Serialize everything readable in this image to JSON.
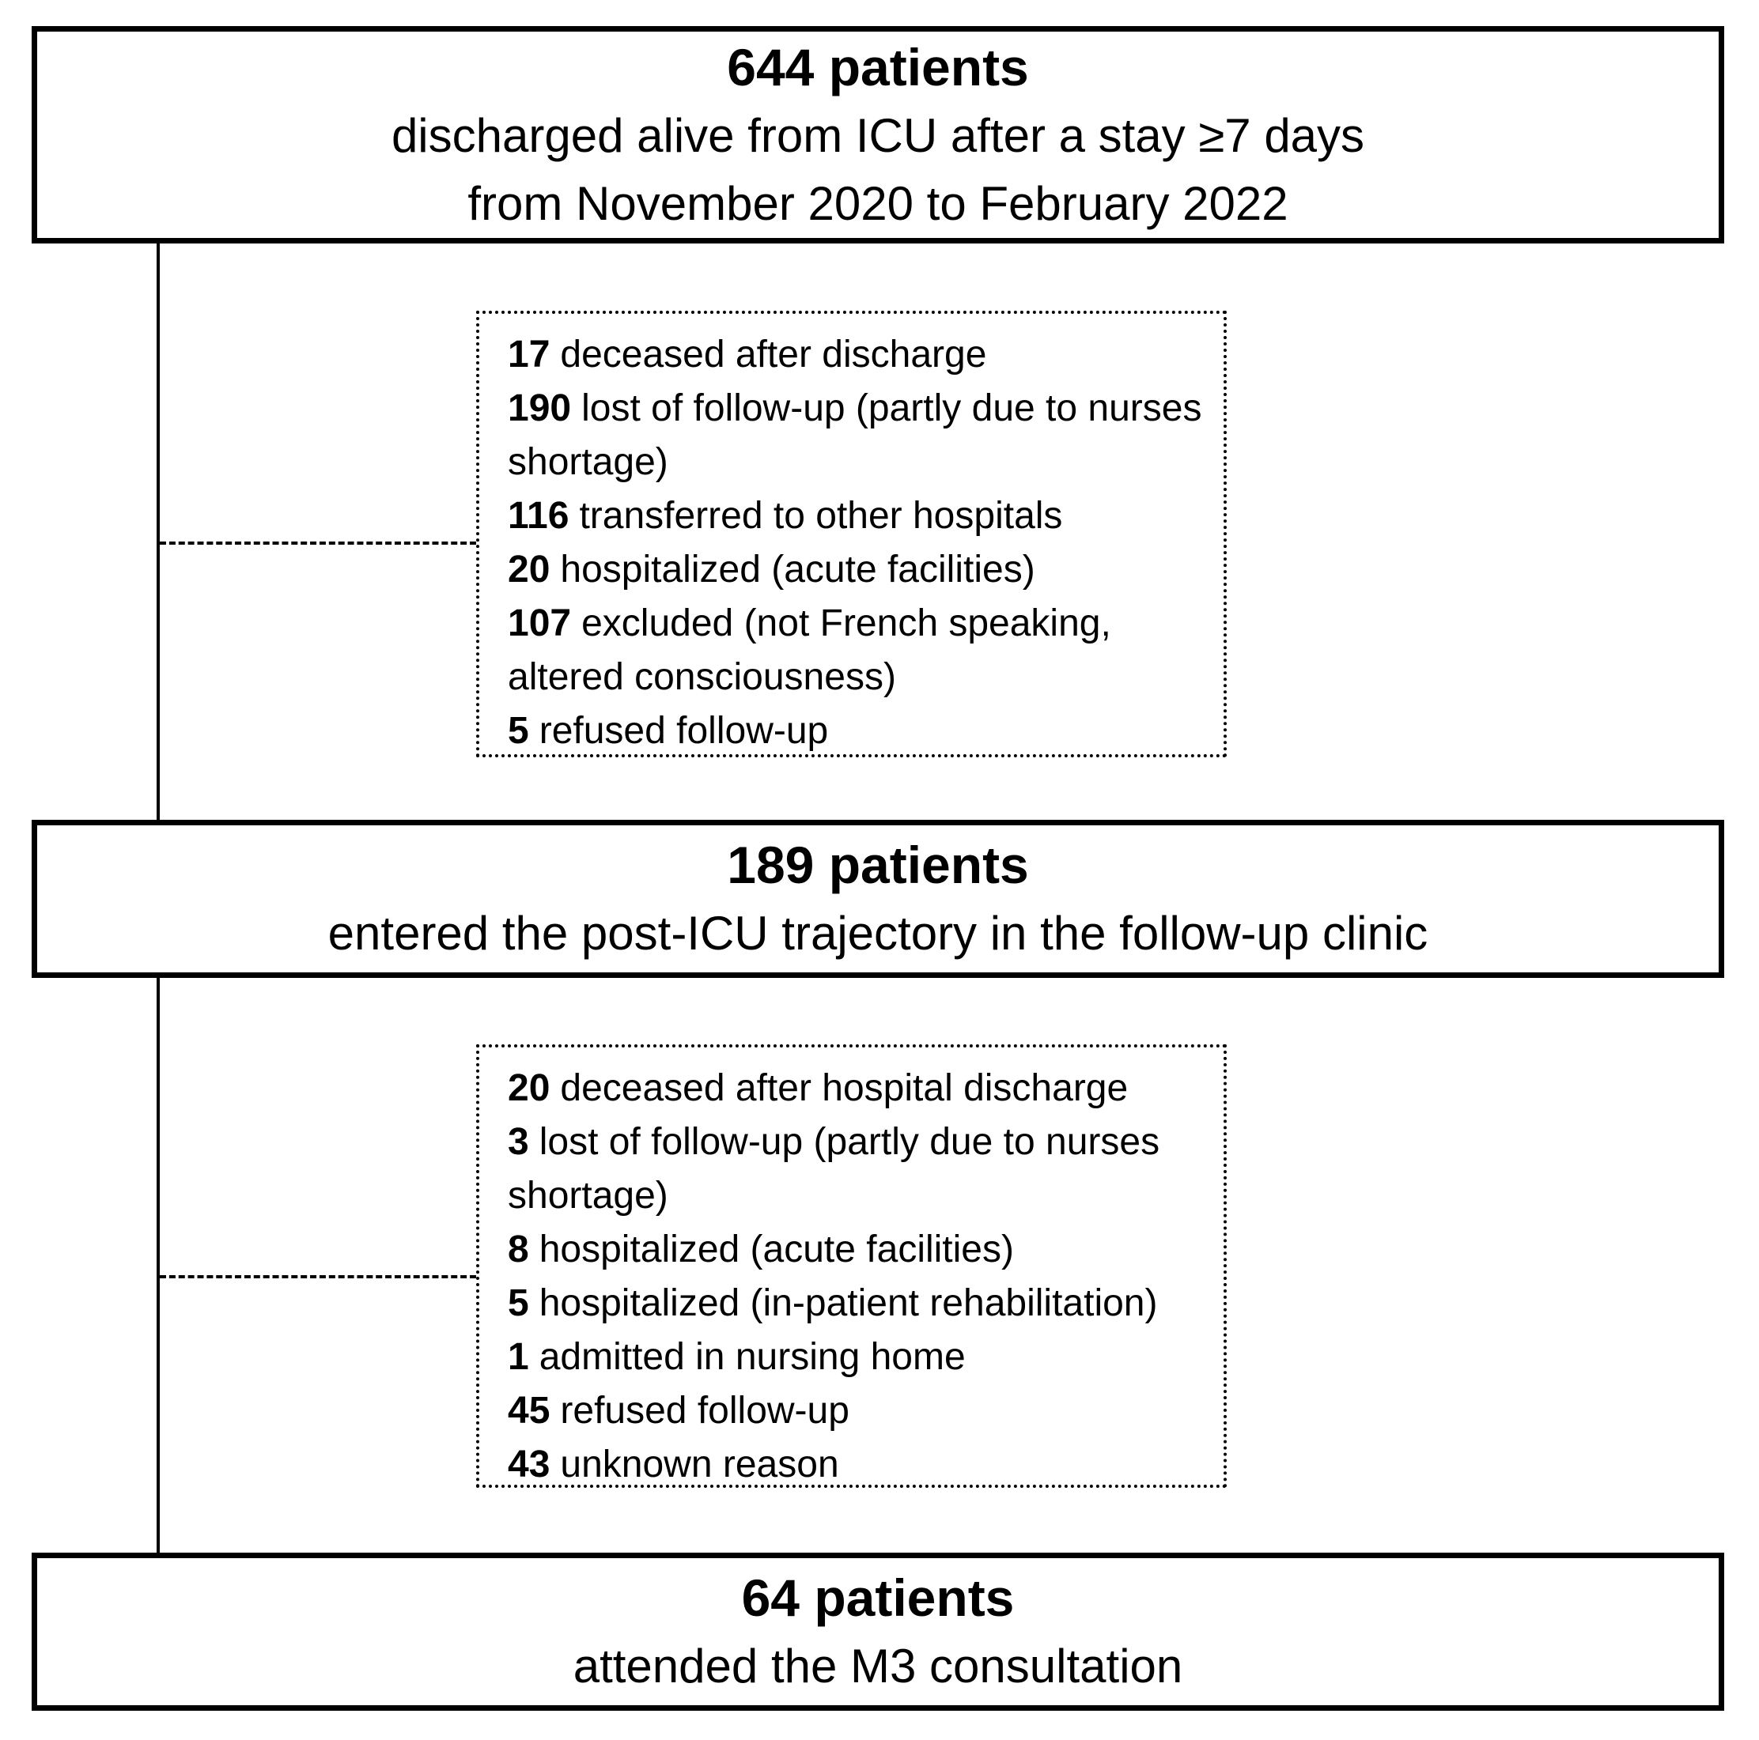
{
  "flow": {
    "top": {
      "title": "644 patients",
      "line1": "discharged alive from ICU after a stay ≥7 days",
      "line2": "from November 2020 to February 2022"
    },
    "excl1": {
      "items": [
        {
          "count": "17",
          "reason": "deceased after discharge"
        },
        {
          "count": "190",
          "reason": "lost of follow-up (partly due to nurses shortage)"
        },
        {
          "count": "116",
          "reason": "transferred to other hospitals"
        },
        {
          "count": "20",
          "reason": "hospitalized (acute facilities)"
        },
        {
          "count": "107",
          "reason": "excluded (not French speaking, altered consciousness)"
        },
        {
          "count": "5",
          "reason": "refused follow-up"
        }
      ]
    },
    "middle": {
      "title": "189 patients",
      "line1": "entered the post-ICU trajectory in the follow-up clinic"
    },
    "excl2": {
      "items": [
        {
          "count": "20",
          "reason": "deceased after hospital discharge"
        },
        {
          "count": "3",
          "reason": "lost of follow-up (partly due to nurses shortage)"
        },
        {
          "count": "8",
          "reason": "hospitalized (acute facilities)"
        },
        {
          "count": "5",
          "reason": "hospitalized (in-patient rehabilitation)"
        },
        {
          "count": "1",
          "reason": "admitted in nursing home"
        },
        {
          "count": "45",
          "reason": "refused follow-up"
        },
        {
          "count": "43",
          "reason": "unknown reason"
        }
      ]
    },
    "bottom": {
      "title": "64 patients",
      "line1": "attended the M3 consultation"
    }
  },
  "colors": {
    "line": "#000000",
    "background": "#ffffff",
    "text": "#000000"
  }
}
